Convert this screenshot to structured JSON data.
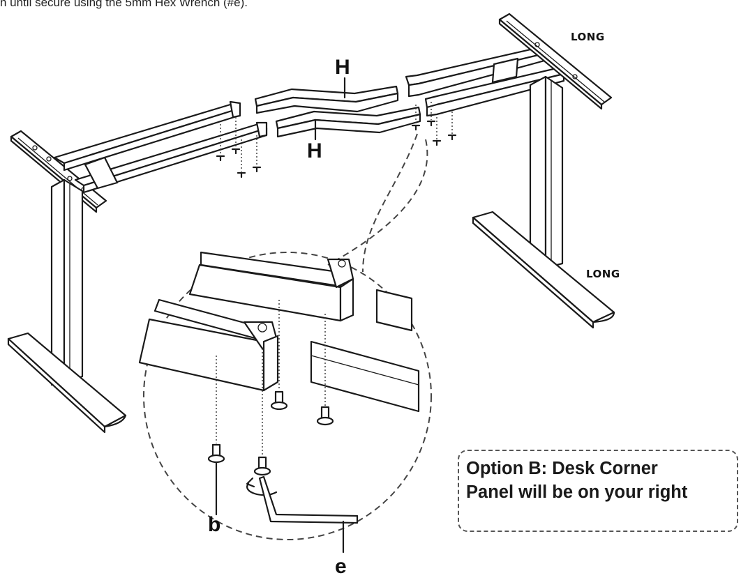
{
  "instruction_text": "n until secure using the 5mm Hex Wrench (#e).",
  "labels": {
    "long_top": "LONG",
    "long_bottom": "LONG",
    "h_top": "H",
    "h_bottom": "H",
    "b": "b",
    "e": "e"
  },
  "callout": {
    "line1": "Option B: Desk Corner",
    "line2": "Panel will be on your right"
  },
  "icons": [
    "desk-leg-left",
    "desk-leg-right",
    "crossbar",
    "connector-beam",
    "screw",
    "hex-wrench",
    "rotate-arrow",
    "magnify-circle"
  ]
}
